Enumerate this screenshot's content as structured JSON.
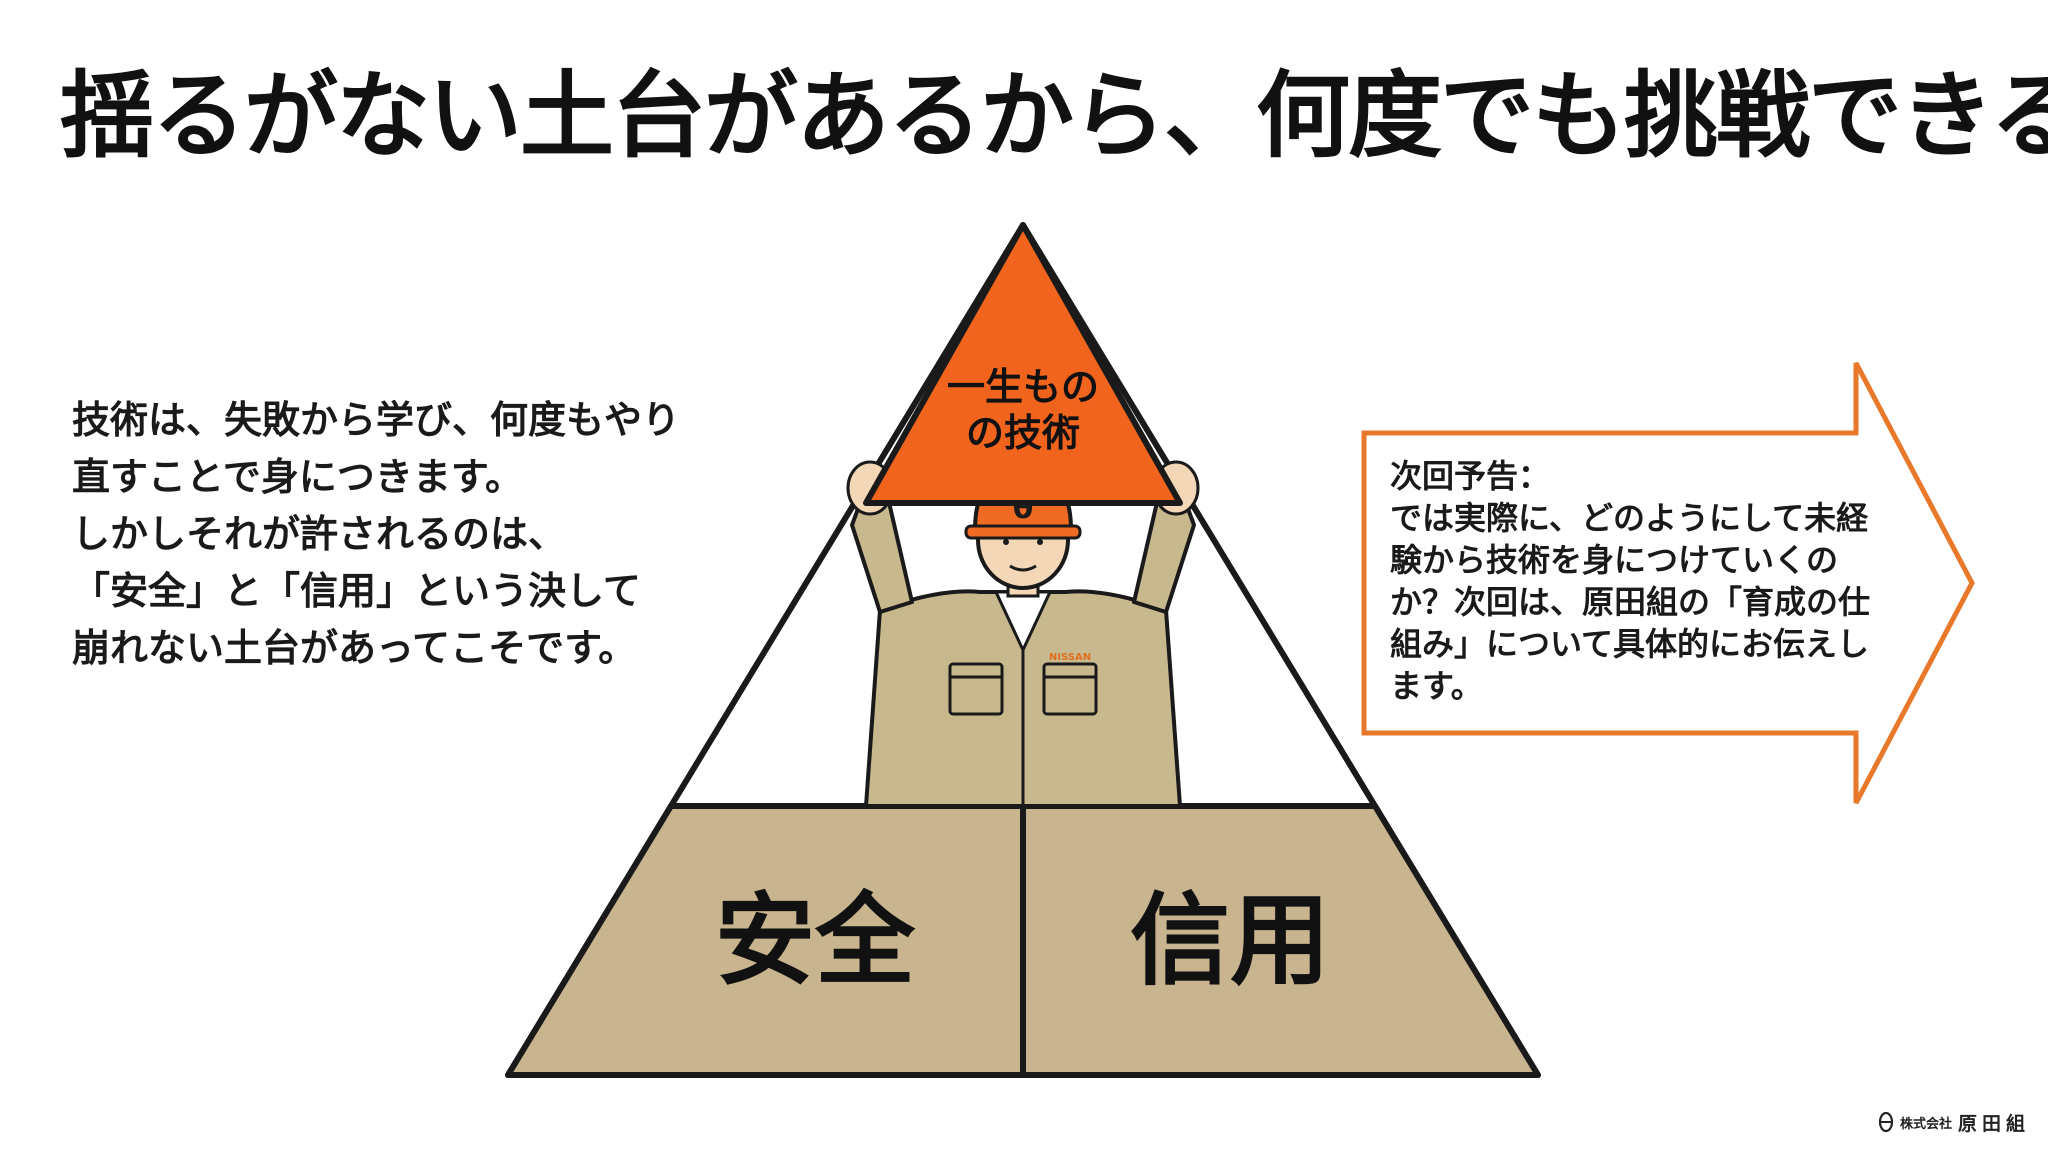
{
  "title": "揺るがない土台があるから、何度でも挑戦できる",
  "left_text": {
    "lines": [
      "技術は、失敗から学び、何度もやり",
      "直すことで身につきます。",
      "しかしそれが許されるのは、",
      "「安全」と「信用」という決して",
      "崩れない土台があってこそです。"
    ]
  },
  "pyramid": {
    "top_label_line1": "一生もの",
    "top_label_line2": "の技術",
    "base_left": "安全",
    "base_right": "信用",
    "helmet_mark": "θ",
    "jacket_patch": "NISSAN",
    "colors": {
      "top": "#f0641e",
      "base": "#c8b48e",
      "outline": "#1a1a1a",
      "helmet": "#ef6a22",
      "jacket": "#c8b88e"
    }
  },
  "arrow": {
    "heading": "次回予告：",
    "body": "では実際に、どのようにして未経験から技術を身につけていくのか？次回は、原田組の「育成の仕組み」について具体的にお伝えします。",
    "color": "#e8782a"
  },
  "footer": {
    "company_type": "株式会社",
    "company_name": "原田組",
    "logo_icon": "theta-logo-icon"
  }
}
